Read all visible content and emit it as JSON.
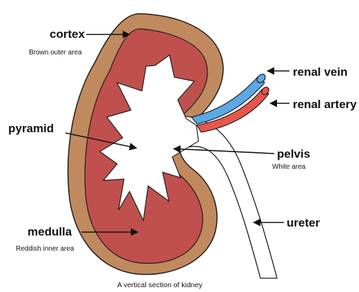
{
  "labels": {
    "cortex": {
      "title": "cortex",
      "sub": "Brown outer area"
    },
    "pyramid": {
      "title": "pyramid"
    },
    "medulla": {
      "title": "medulla",
      "sub": "Reddish inner area"
    },
    "renal_vein": {
      "title": "renal vein"
    },
    "renal_artery": {
      "title": "renal artery"
    },
    "pelvis": {
      "title": "pelvis",
      "sub": "White area"
    },
    "ureter": {
      "title": "ureter"
    }
  },
  "caption": "A vertical section of kidney",
  "colors": {
    "cortex": "#c08a5e",
    "medulla": "#c0504d",
    "pelvis": "#ffffff",
    "vein": "#5aa9e6",
    "artery": "#e8564c",
    "outline": "#1a1a1a"
  }
}
